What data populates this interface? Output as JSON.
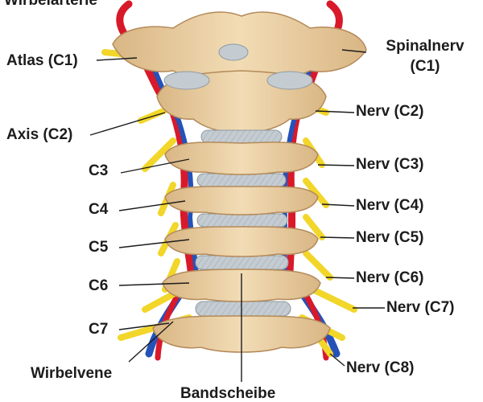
{
  "labels": {
    "top_left": "Wirbelarterie",
    "atlas": "Atlas (C1)",
    "spinal_nerve_line1": "Spinalnerv",
    "spinal_nerve_line2": "(C1)",
    "axis": "Axis (C2)",
    "c3": "C3",
    "c4": "C4",
    "c5": "C5",
    "c6": "C6",
    "c7": "C7",
    "nerve_c2": "Nerv (C2)",
    "nerve_c3": "Nerv (C3)",
    "nerve_c4": "Nerv (C4)",
    "nerve_c5": "Nerv (C5)",
    "nerve_c6": "Nerv (C6)",
    "nerve_c7": "Nerv (C7)",
    "nerve_c8": "Nerv (C8)",
    "vein": "Wirbelvene",
    "disc": "Bandscheibe"
  },
  "colors": {
    "bone": "#ecd1a5",
    "bone_shade": "#d9b684",
    "bone_outline": "#b48a5a",
    "disc": "#c4ccd2",
    "artery": "#d8192a",
    "vein": "#2452b8",
    "nerve": "#f2d629",
    "leader": "#1c1c1c"
  }
}
